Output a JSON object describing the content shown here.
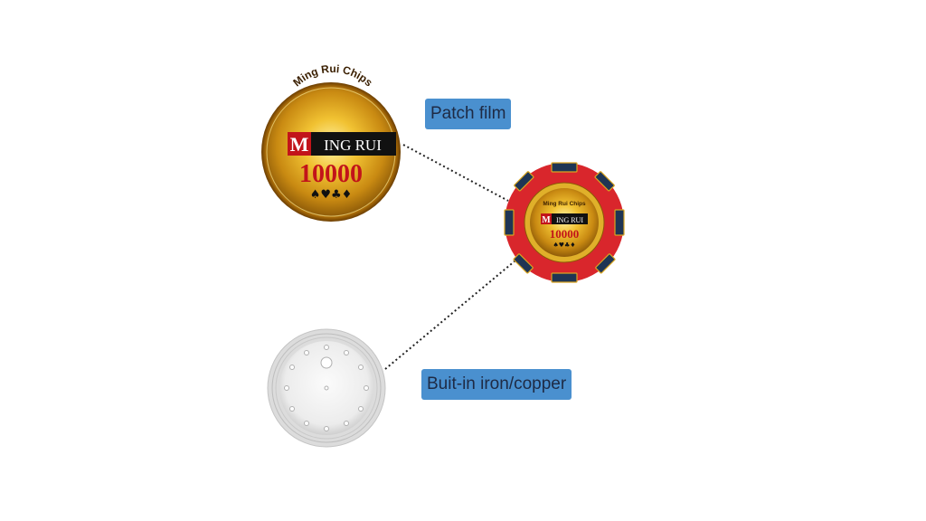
{
  "labels": {
    "patch_film": "Patch film",
    "iron_insert": "Buit-in iron/copper"
  },
  "patch_chip": {
    "arc_text": "Ming Rui Chips",
    "brand_initial": "M",
    "brand_rest": "ING RUI",
    "value": "10000",
    "suits": "♠♥♣♦"
  },
  "colors": {
    "label_bg": "#4a90cf",
    "chip_red": "#d9262c",
    "gold": "#d9a520",
    "stripe_navy": "#1f3554"
  }
}
